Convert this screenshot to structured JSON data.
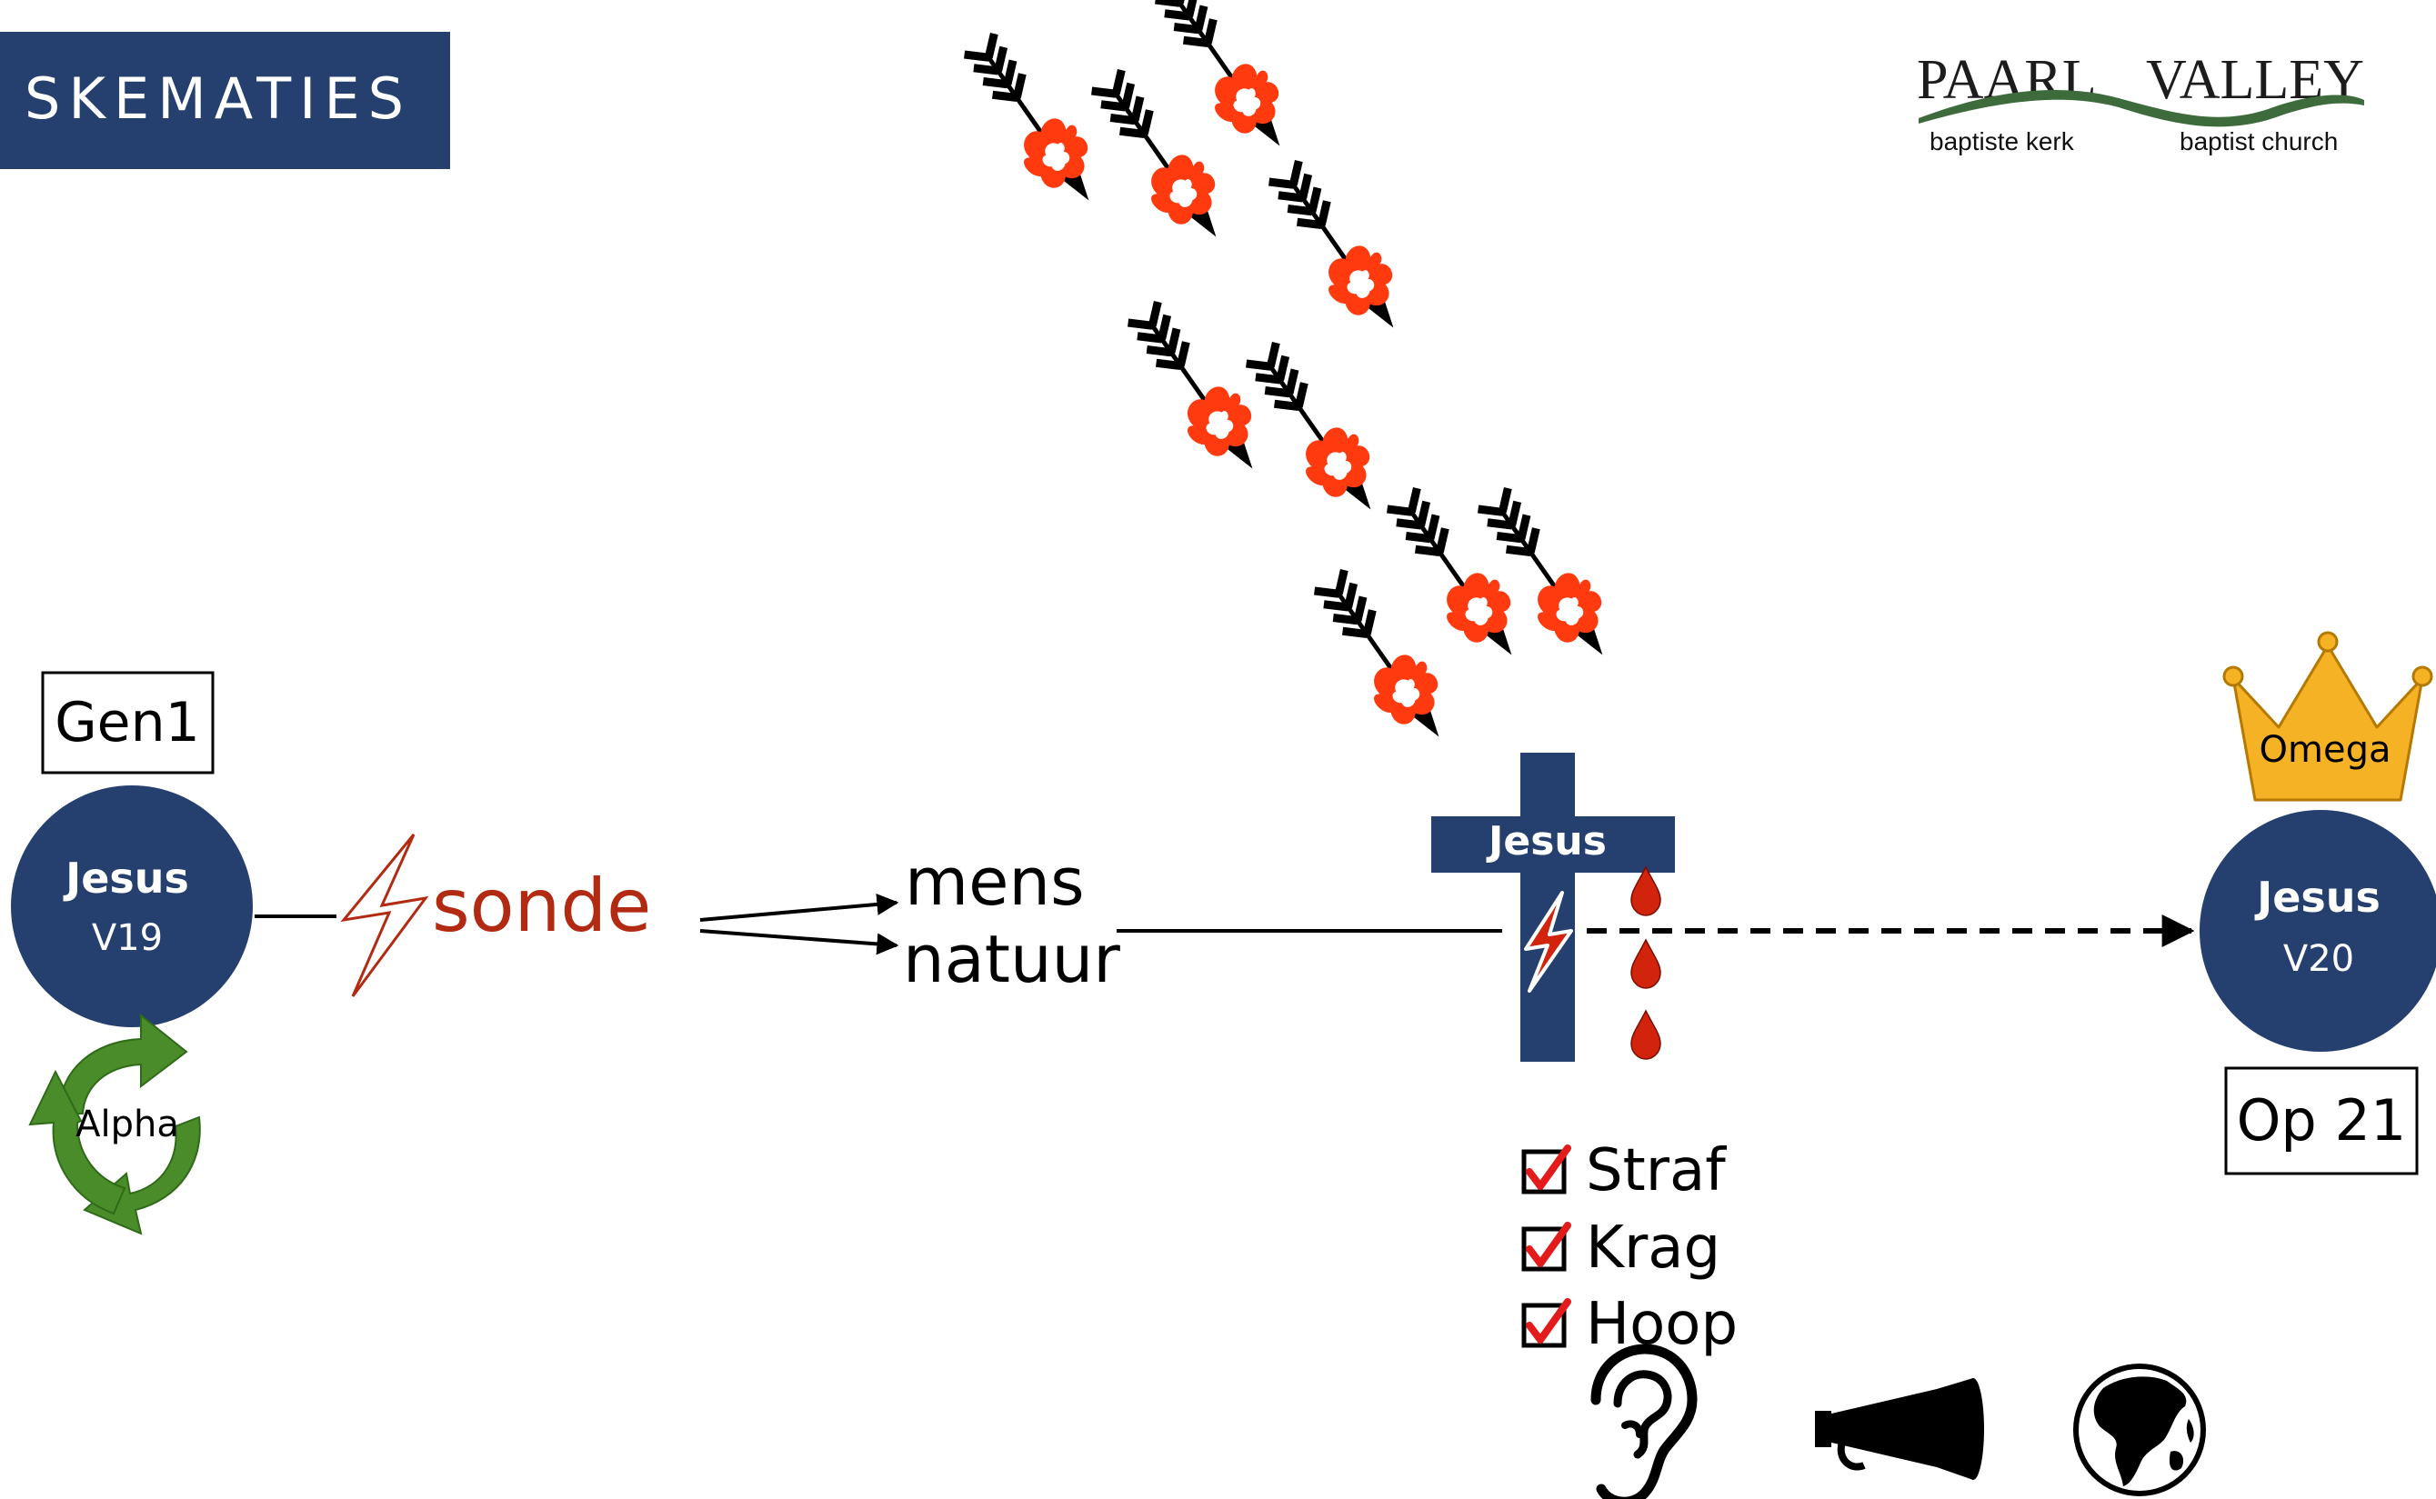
{
  "header": {
    "title": "SKEMATIES"
  },
  "logo": {
    "line1a": "PAARL",
    "line1b": "VALLEY",
    "sub_left": "baptiste kerk",
    "sub_right": "baptist church"
  },
  "left": {
    "ref_label": "Gen1",
    "circle_title": "Jesus",
    "circle_sub": "V19",
    "cycle_label": "Alpha"
  },
  "middle": {
    "sin_label": "sonde",
    "line1": "mens",
    "line2": "natuur"
  },
  "cross": {
    "label": "Jesus"
  },
  "checklist": [
    "Straf",
    "Krag",
    "Hoop"
  ],
  "right": {
    "crown_label": "Omega",
    "circle_title": "Jesus",
    "circle_sub": "V20",
    "ref_label": "Op 21"
  },
  "icons": [
    "ear-icon",
    "megaphone-icon",
    "globe-icon"
  ],
  "colors": {
    "navy": "#253f6e",
    "sin_red": "#b32a12",
    "blood": "#d2240c",
    "flame": "#ff3a0e",
    "green": "#4b8c2a",
    "crown": "#f5b224",
    "check": "#e31b1b"
  }
}
